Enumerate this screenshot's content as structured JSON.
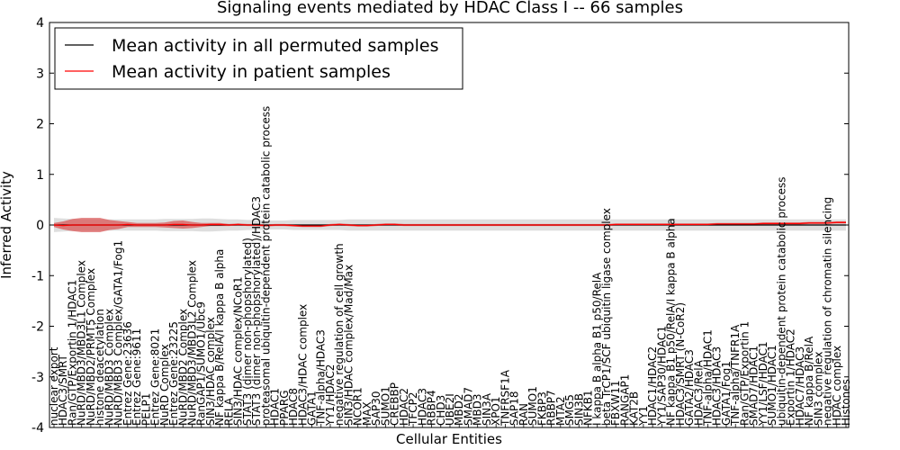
{
  "chart_data": {
    "type": "line",
    "title": "Signaling events mediated by HDAC Class I -- 66 samples",
    "xlabel": "Cellular Entities",
    "ylabel": "Inferred Activity",
    "ylim": [
      -4,
      4
    ],
    "yticks": [
      -4,
      -3,
      -2,
      -1,
      0,
      1,
      2,
      3,
      4
    ],
    "grid": false,
    "legend": {
      "position": "top-left",
      "entries": [
        {
          "label": "Mean activity in all permuted samples",
          "color": "#000000"
        },
        {
          "label": "Mean activity in patient samples",
          "color": "#ff0000"
        }
      ]
    },
    "colors": {
      "permuted_line": "#000000",
      "patient_line": "#ff0000",
      "permuted_band": "#c8c8c8",
      "patient_band": "#d95f5f"
    },
    "categories": [
      "nuclear export",
      "HDAC3/SMRT",
      "Ran/GTP/Exportin 1/HDAC1",
      "NuRD/MBD3/MBD3L1 Complex",
      "NuRD/MBD2/PRMT5 Complex",
      "histone deacetylation",
      "NuRD/MBD3 Complex",
      "NuRD/MBD3 Complex/GATA1/Fog1",
      "Entrez Gene:23636",
      "Entrez Gene:9611",
      "PELP1",
      "Entrez Gene:8021",
      "NuRD Complex",
      "Entrez Gene:23225",
      "NuRD/MBD2 Complex",
      "NuRD/MBD3/MBD3L2 Complex",
      "RanGAP1/SUMO1/Ubc9",
      "SIN3/HDAC complex",
      "NF kappa B/RelA/I kappa B alpha",
      "RELA",
      "SIN3/HDAC complex/NCoR1",
      "STAT3 (dimer non-phopshorylated)",
      "STAT3 (dimer non-phopshorylated)/HDAC3",
      "proteasomal ubiquitin-dependent protein catabolic process",
      "HDAC1",
      "PPARG",
      "HDAC8",
      "HDAC3/HDAC complex",
      "GATA1",
      "TNF-alpha/HDAC3",
      "YY1/HDAC2",
      "negative regulation of cell growth",
      "SIN3/HDAC complex/Mad/Max",
      "NCOR1",
      "MAX",
      "SAP30",
      "SUMO1",
      "CREBBP",
      "HDAC2",
      "TFCP2",
      "HDAC3",
      "RBBP4",
      "CHD3",
      "UBE2I",
      "MBD2",
      "SMAD7",
      "MBD3",
      "SIN3A",
      "XPO1",
      "TNFRSF1A",
      "SAP18",
      "RAN",
      "SUMO1",
      "FKBP3",
      "RBBP7",
      "MTA2",
      "SMG5",
      "SIN3B",
      "NFKB1",
      "I kappa B alpha B1 p50/RelA",
      "beta TrCP1/SCF ubiquitin ligase complex",
      "FBXW11",
      "RANGAP1",
      "KAT2B",
      "YY1",
      "HDAC1/HDAC2",
      "YY1/SAP30/HDAC1",
      "NF kappa B1 p50/RelA/I kappa B alpha",
      "HDAC3/SMRT (N-CoR2)",
      "GATA2/HDAC3",
      "HDAC3/RelA",
      "TNF-alpha/HDAC1",
      "HDAC3/HDAC3",
      "GATA1/Fog1",
      "TNF-alpha/TNFR1A",
      "Ran/GTP/Exportin 1",
      "SMAD7/HDAC1",
      "YY1/LSF/HDAC1",
      "SUMO1/HDAC1",
      "ubiquitin-dependent protein catabolic process",
      "Exportin 1/HDAC2",
      "HDAC7/HDAC3",
      "NF kappa B/RelA",
      "SIN3 complex",
      "negative regulation of chromatin silencing",
      "HDAC complex",
      "Histones"
    ],
    "series": [
      {
        "name": "Mean activity in all permuted samples",
        "values": [
          0.0,
          0.0,
          0.0,
          0.0,
          0.0,
          0.0,
          0.0,
          0.0,
          0.0,
          0.0,
          0.0,
          0.0,
          0.0,
          0.0,
          0.0,
          0.0,
          0.0,
          0.0,
          0.0,
          0.0,
          0.0,
          0.0,
          0.0,
          0.0,
          0.0,
          0.0,
          0.0,
          0.0,
          0.0,
          0.0,
          0.0,
          0.0,
          0.0,
          0.0,
          0.0,
          0.0,
          0.0,
          0.0,
          0.0,
          0.0,
          0.0,
          0.0,
          0.0,
          0.0,
          0.0,
          0.0,
          0.0,
          0.0,
          0.0,
          0.0,
          0.0,
          0.0,
          0.0,
          0.0,
          0.0,
          0.0,
          0.0,
          0.0,
          0.0,
          0.0,
          0.0,
          0.0,
          0.0,
          0.0,
          0.0,
          0.0,
          0.0,
          0.0,
          0.0,
          0.0,
          0.0,
          0.0,
          0.0,
          0.0,
          0.0,
          0.0,
          0.0,
          0.0,
          0.0,
          0.0,
          0.0,
          0.0,
          0.0,
          0.0,
          0.0,
          0.0,
          0.0
        ],
        "spread": [
          0.14,
          0.13,
          0.12,
          0.11,
          0.11,
          0.11,
          0.11,
          0.11,
          0.11,
          0.11,
          0.11,
          0.11,
          0.12,
          0.12,
          0.12,
          0.12,
          0.13,
          0.13,
          0.12,
          0.11,
          0.11,
          0.1,
          0.1,
          0.09,
          0.09,
          0.09,
          0.1,
          0.1,
          0.1,
          0.1,
          0.1,
          0.1,
          0.11,
          0.11,
          0.11,
          0.11,
          0.11,
          0.11,
          0.11,
          0.11,
          0.11,
          0.11,
          0.11,
          0.11,
          0.11,
          0.11,
          0.11,
          0.11,
          0.11,
          0.11,
          0.11,
          0.11,
          0.11,
          0.11,
          0.11,
          0.11,
          0.11,
          0.11,
          0.11,
          0.11,
          0.11,
          0.11,
          0.11,
          0.11,
          0.11,
          0.11,
          0.11,
          0.11,
          0.11,
          0.11,
          0.11,
          0.11,
          0.11,
          0.11,
          0.11,
          0.11,
          0.11,
          0.11,
          0.11,
          0.11,
          0.11,
          0.11,
          0.11,
          0.11,
          0.11,
          0.11,
          0.11
        ]
      },
      {
        "name": "Mean activity in patient samples",
        "values": [
          0.0,
          -0.01,
          0.0,
          0.0,
          0.0,
          0.0,
          0.0,
          0.0,
          0.01,
          0.0,
          0.0,
          0.0,
          0.0,
          0.01,
          0.01,
          0.0,
          0.0,
          0.01,
          0.01,
          0.0,
          0.01,
          0.0,
          0.0,
          -0.01,
          0.0,
          0.0,
          -0.01,
          -0.02,
          -0.02,
          -0.02,
          0.0,
          0.01,
          0.0,
          -0.01,
          -0.01,
          0.0,
          0.01,
          0.01,
          0.0,
          0.0,
          0.0,
          0.0,
          0.0,
          0.0,
          0.0,
          0.0,
          0.0,
          0.0,
          0.0,
          0.0,
          0.0,
          0.0,
          0.0,
          0.0,
          0.0,
          0.0,
          0.0,
          0.0,
          0.0,
          0.0,
          0.0,
          0.01,
          0.01,
          0.01,
          0.01,
          0.01,
          0.01,
          0.01,
          0.01,
          0.01,
          0.01,
          0.01,
          0.02,
          0.02,
          0.02,
          0.02,
          0.02,
          0.03,
          0.03,
          0.03,
          0.03,
          0.03,
          0.04,
          0.04,
          0.04,
          0.05,
          0.05
        ],
        "spread": [
          0.04,
          0.08,
          0.12,
          0.14,
          0.14,
          0.14,
          0.1,
          0.08,
          0.05,
          0.04,
          0.04,
          0.04,
          0.05,
          0.07,
          0.08,
          0.06,
          0.04,
          0.03,
          0.03,
          0.02,
          0.02,
          0.02,
          0.02,
          0.02,
          0.02,
          0.02,
          0.02,
          0.02,
          0.02,
          0.02,
          0.02,
          0.02,
          0.02,
          0.02,
          0.02,
          0.02,
          0.02,
          0.02,
          0.02,
          0.02,
          0.02,
          0.02,
          0.02,
          0.02,
          0.02,
          0.02,
          0.02,
          0.02,
          0.02,
          0.02,
          0.02,
          0.02,
          0.02,
          0.02,
          0.02,
          0.02,
          0.02,
          0.02,
          0.02,
          0.02,
          0.02,
          0.02,
          0.02,
          0.02,
          0.02,
          0.02,
          0.02,
          0.02,
          0.02,
          0.02,
          0.02,
          0.02,
          0.02,
          0.02,
          0.02,
          0.02,
          0.02,
          0.02,
          0.02,
          0.02,
          0.02,
          0.02,
          0.02,
          0.02,
          0.02,
          0.02,
          0.02
        ]
      }
    ]
  }
}
